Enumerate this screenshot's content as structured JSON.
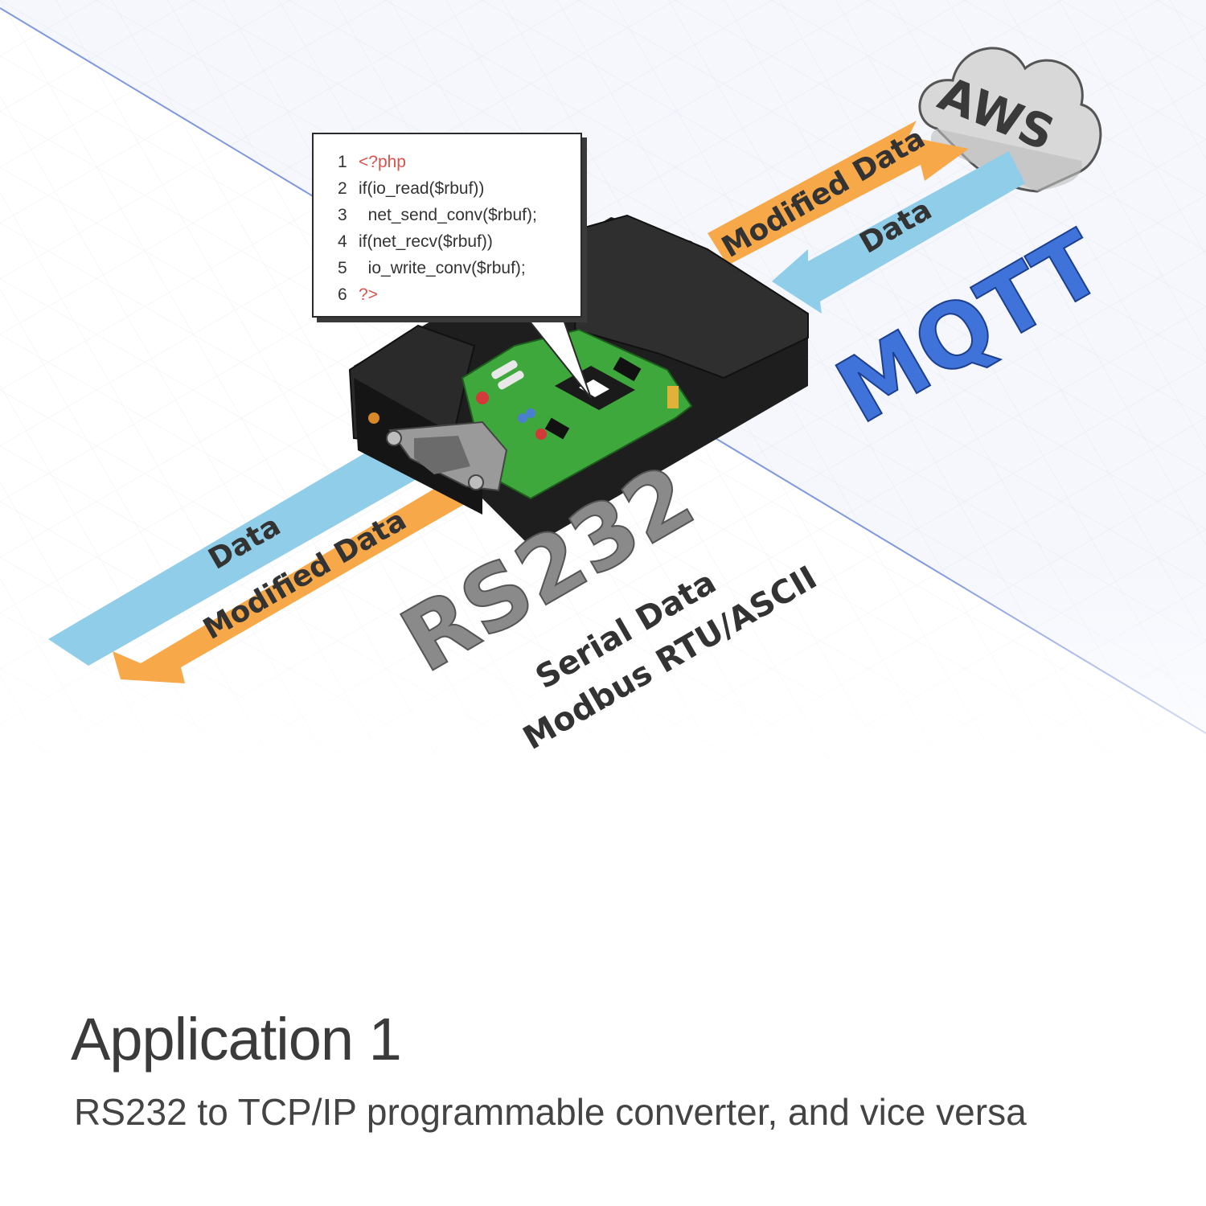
{
  "code": {
    "lines": [
      {
        "num": "1",
        "pre": "",
        "red": "<?php",
        "rest": ""
      },
      {
        "num": "2",
        "pre": "if(io_read($rbuf))",
        "red": "",
        "rest": ""
      },
      {
        "num": "3",
        "pre": "  net_send_conv($rbuf);",
        "red": "",
        "rest": ""
      },
      {
        "num": "4",
        "pre": "if(net_recv($rbuf))",
        "red": "",
        "rest": ""
      },
      {
        "num": "5",
        "pre": "  io_write_conv($rbuf);",
        "red": "",
        "rest": ""
      },
      {
        "num": "6",
        "pre": "",
        "red": "?>",
        "rest": ""
      }
    ]
  },
  "cloud": {
    "label": "AWS"
  },
  "network": {
    "arrow_out_label": "Modified Data",
    "arrow_in_label": "Data",
    "protocol": "MQTT"
  },
  "serial": {
    "arrow_in_label": "Data",
    "arrow_out_label": "Modified Data",
    "port": "RS232",
    "line1": "Serial Data",
    "line2": "Modbus RTU/ASCII"
  },
  "caption": {
    "title": "Application 1",
    "subtitle": "RS232 to TCP/IP programmable converter, and vice versa"
  },
  "colors": {
    "orange_arrow": "#f7a94a",
    "blue_arrow": "#8fcde9",
    "mqtt_blue": "#3f73d9",
    "gray_text": "#8a8a8a",
    "pcb_green": "#3ea83c",
    "device_black": "#2a2a2a"
  }
}
